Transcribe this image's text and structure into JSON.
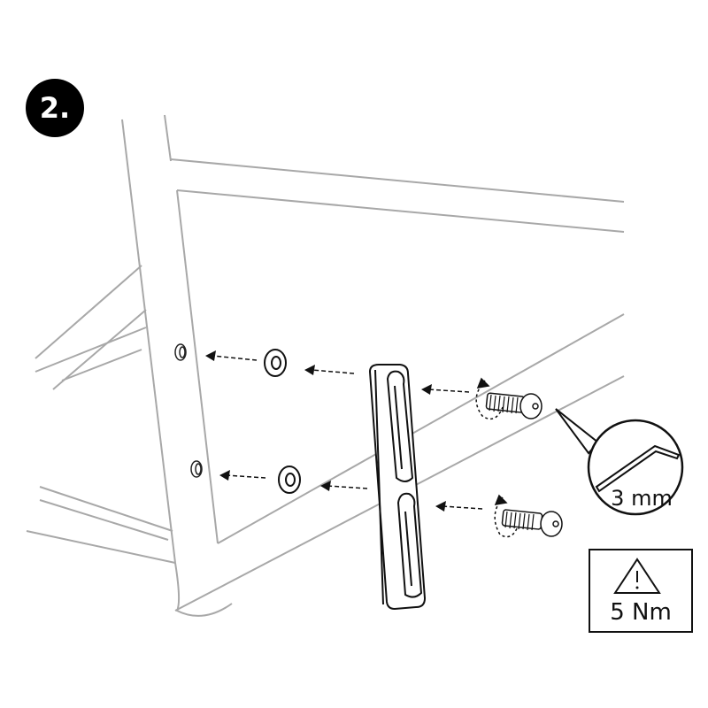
{
  "step": {
    "number_label": "2."
  },
  "tool_callout": {
    "tool": "hex-key",
    "size_label": "3 mm"
  },
  "torque_box": {
    "icon": "warning-triangle-icon",
    "value_label": "5 Nm"
  },
  "colors": {
    "frame": "#a8a8a8",
    "ink": "#111111",
    "badge": "#000000"
  }
}
